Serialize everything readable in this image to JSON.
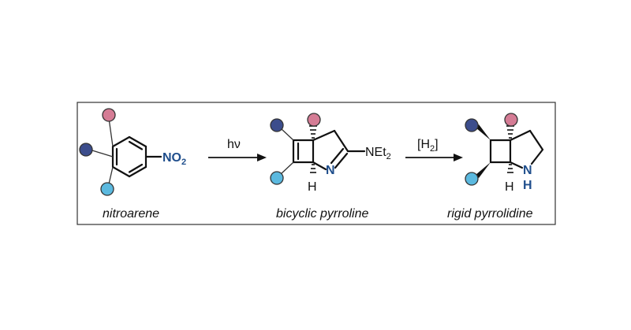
{
  "colors": {
    "pink": "#d57c95",
    "navy": "#3c4d8c",
    "cyan": "#5bb9df",
    "nitrogen_blue": "#1f4e8c",
    "frame": "#333333"
  },
  "substituent_icons": [
    "circle",
    "circle",
    "circle"
  ],
  "molecules": {
    "nitroarene": {
      "name": "nitroarene",
      "nitro_N": "NO",
      "nitro_sub": "2"
    },
    "bicyclic_pyrroline": {
      "name": "bicyclic pyrroline",
      "imine_N": "N",
      "h_label": "H",
      "amine_main": "NEt",
      "amine_sub": "2"
    },
    "rigid_pyrrolidine": {
      "name": "rigid pyrrolidine",
      "nh_N": "N",
      "nh_H": "H",
      "h_label": "H"
    }
  },
  "arrows": {
    "step1": {
      "label": "hν"
    },
    "step2": {
      "label_open": "[H",
      "label_sub": "2",
      "label_close": "]"
    }
  }
}
